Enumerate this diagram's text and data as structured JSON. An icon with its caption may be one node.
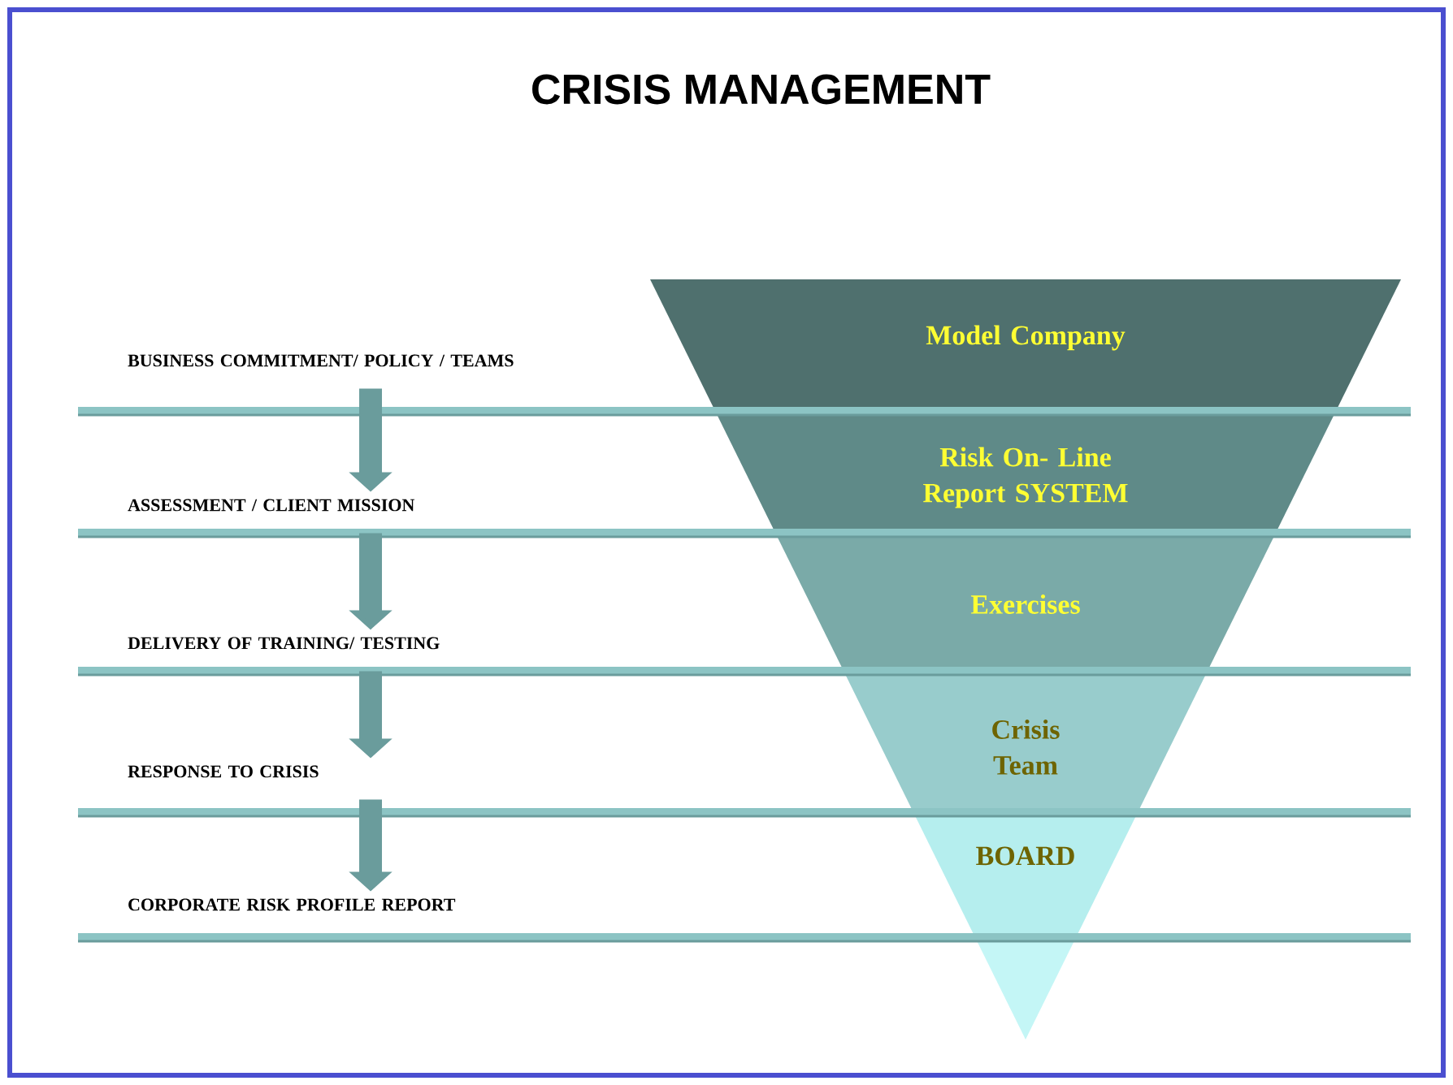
{
  "diagram": {
    "title": "CRISIS MANAGEMENT",
    "nodes": [
      {
        "text": [
          "BUSINESS COMMITMENT/ POLICY / TEAMS"
        ]
      },
      {
        "text": [
          "ASSESSMENT / CLIENT MISSION"
        ]
      },
      {
        "text": [
          "DELIVERY OF TRAINING/ TESTING"
        ]
      },
      {
        "text": [
          "RESPONSE TO CRISIS"
        ]
      },
      {
        "text": [
          "CORPORATE RISK PROFILE REPORT"
        ]
      },
      {
        "text": [
          "Model Company"
        ]
      },
      {
        "text": [
          "Risk On- Line Report SYSTEM"
        ]
      },
      {
        "text": [
          "Exercises"
        ]
      },
      {
        "text": [
          "Crisis Team"
        ]
      },
      {
        "text": [
          "BOARD"
        ]
      }
    ],
    "edges": [
      {
        "from": 0,
        "to": 1,
        "arrow": "to"
      },
      {
        "from": 1,
        "to": 2,
        "arrow": "to"
      },
      {
        "from": 2,
        "to": 3,
        "arrow": "to"
      },
      {
        "from": 3,
        "to": 4,
        "arrow": "to"
      }
    ]
  }
}
